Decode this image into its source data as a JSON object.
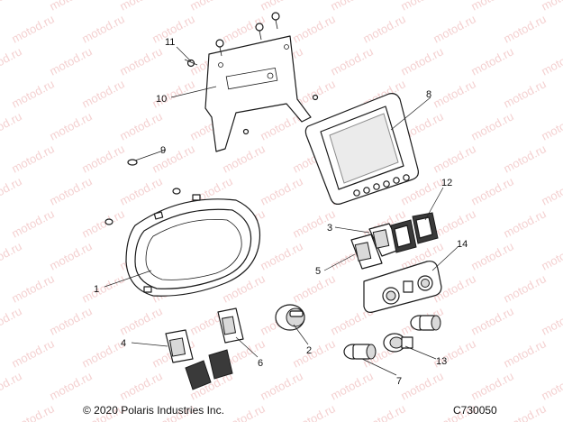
{
  "watermark": "motod.ru",
  "callouts": {
    "c1": "1",
    "c2": "2",
    "c3": "3",
    "c4": "4",
    "c5": "5",
    "c6": "6",
    "c7": "7",
    "c8": "8",
    "c9": "9",
    "c10": "10",
    "c11": "11",
    "c12": "12",
    "c13": "13",
    "c14": "14"
  },
  "footer": {
    "copyright": "© 2020 Polaris Industries Inc.",
    "drawing_number": "C730050"
  }
}
